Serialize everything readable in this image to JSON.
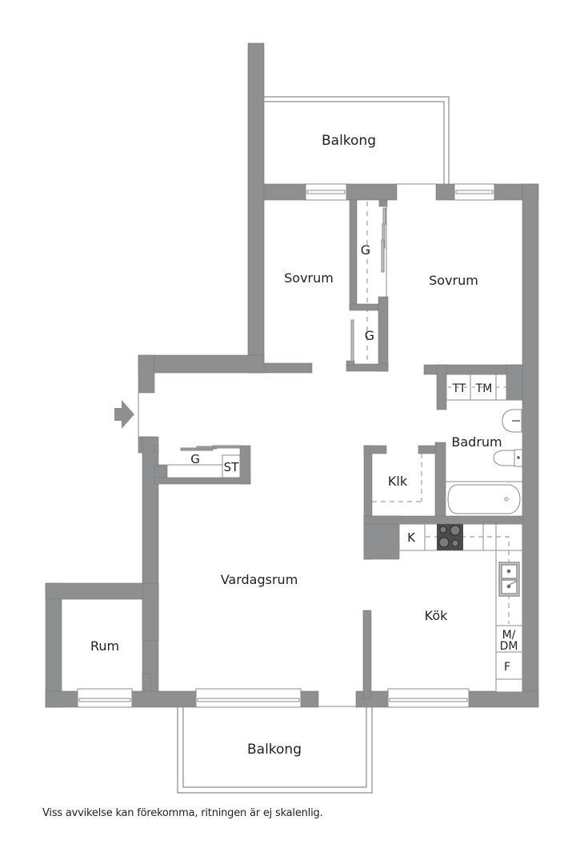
{
  "colors": {
    "wall": "#8e8f90",
    "wall_edge": "#6f7071",
    "background": "#ffffff",
    "line": "#8a8b8c",
    "text": "#222222",
    "stove": "#4a4b4c"
  },
  "rooms": {
    "balkong_top": "Balkong",
    "sovrum_left": "Sovrum",
    "sovrum_right": "Sovrum",
    "garderob_upper": "G",
    "garderob_lower": "G",
    "tt": "TT",
    "tm": "TM",
    "badrum": "Badrum",
    "klk": "Klk",
    "garderob_hall": "G",
    "st": "ST",
    "k": "K",
    "vardagsrum": "Vardagsrum",
    "kok": "Kök",
    "m_dm_line1": "M/",
    "m_dm_line2": "DM",
    "f": "F",
    "rum": "Rum",
    "balkong_bottom": "Balkong"
  },
  "entrance": {
    "icon": "entrance-arrow-icon"
  },
  "footer": {
    "disclaimer": "Viss avvikelse kan förekomma, ritningen är ej skalenlig."
  }
}
